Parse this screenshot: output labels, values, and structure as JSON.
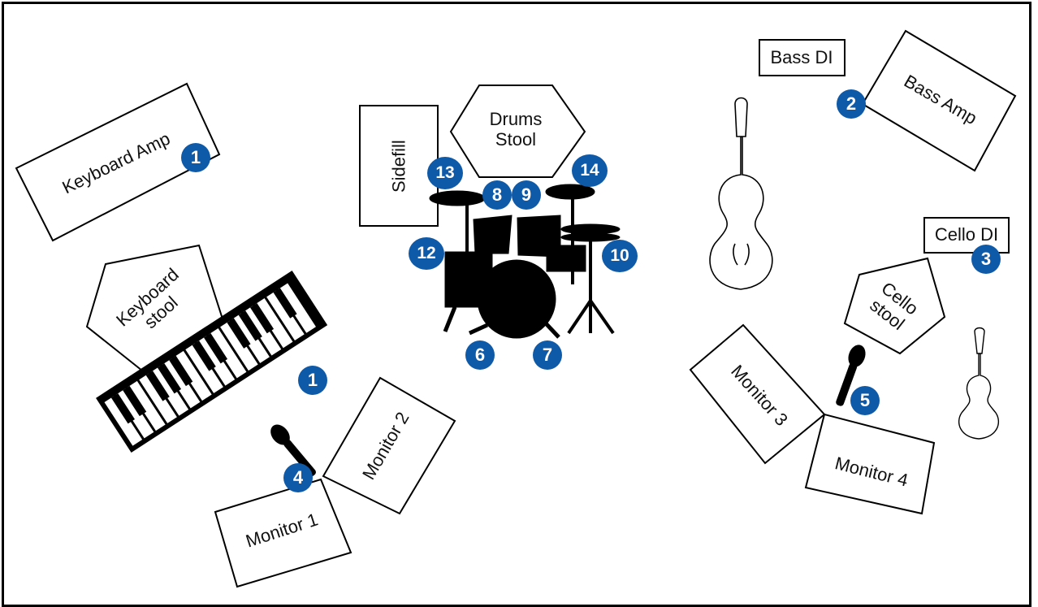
{
  "items": {
    "keyboard_amp": "Keyboard Amp",
    "keyboard_stool": "Keyboard\nstool",
    "sidefill": "Sidefill",
    "drums_stool": "Drums\nStool",
    "bass_di": "Bass DI",
    "bass_amp": "Bass Amp",
    "cello_di": "Cello DI",
    "cello_stool": "Cello\nstool",
    "monitor_1": "Monitor 1",
    "monitor_2": "Monitor 2",
    "monitor_3": "Monitor 3",
    "monitor_4": "Monitor 4"
  },
  "badges": {
    "b1a": "1",
    "b1b": "1",
    "b2": "2",
    "b3": "3",
    "b4": "4",
    "b5": "5",
    "b6": "6",
    "b7": "7",
    "b8": "8",
    "b9": "9",
    "b10": "10",
    "b12": "12",
    "b13": "13",
    "b14": "14"
  },
  "colors": {
    "badge": "#0f5aa8",
    "outline": "#000000"
  },
  "icons": [
    "drum-kit-icon",
    "keyboard-icon",
    "microphone-icon",
    "cello-icon",
    "violin-icon"
  ]
}
